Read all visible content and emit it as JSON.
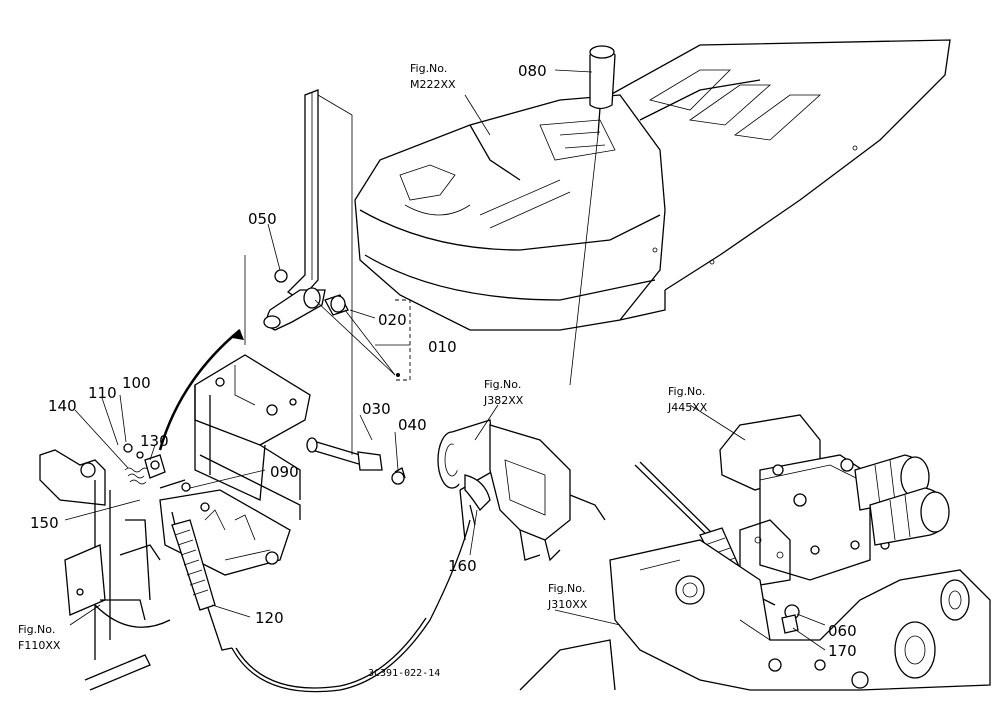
{
  "callouts": {
    "p010": "010",
    "p020": "020",
    "p030": "030",
    "p040": "040",
    "p050": "050",
    "p060": "060",
    "p080": "080",
    "p090": "090",
    "p100": "100",
    "p110": "110",
    "p120": "120",
    "p130": "130",
    "p140": "140",
    "p150": "150",
    "p160": "160",
    "p170": "170"
  },
  "fig_refs": {
    "m222_title": "Fig.No.",
    "m222_code": "M222XX",
    "j382_title": "Fig.No.",
    "j382_code": "J382XX",
    "j445_title": "Fig.No.",
    "j445_code": "J445XX",
    "j310_title": "Fig.No.",
    "j310_code": "J310XX",
    "f110_title": "Fig.No.",
    "f110_code": "F110XX"
  },
  "drawing_code": "3C391-022-14"
}
